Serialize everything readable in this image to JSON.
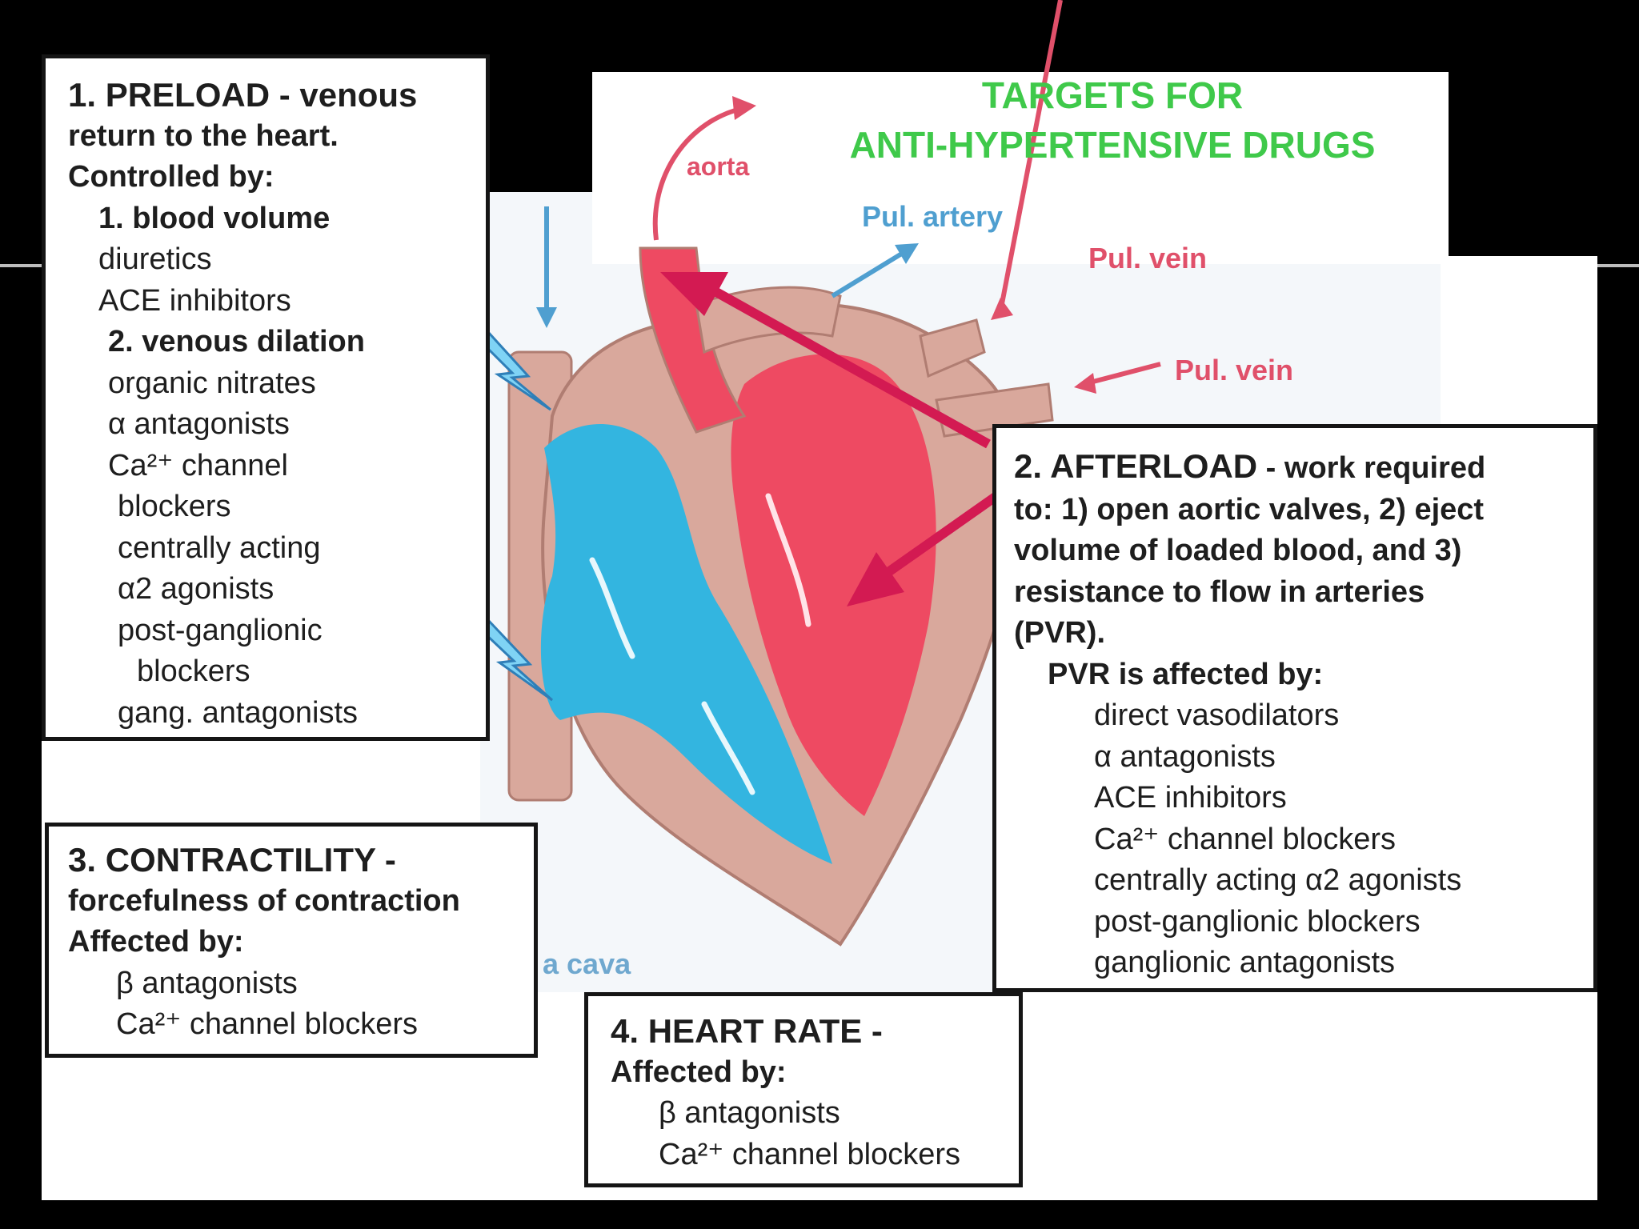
{
  "title": {
    "line1": "TARGETS FOR",
    "line2": "ANTI-HYPERTENSIVE DRUGS"
  },
  "heart_labels": {
    "aorta": "aorta",
    "pul_artery": "Pul. artery",
    "pul_vein_1": "Pul. vein",
    "pul_vein_2": "Pul. vein",
    "vena_cava": "a cava"
  },
  "preload": {
    "heading": "1. PRELOAD",
    "heading_rest": " - venous",
    "lines": [
      "return  to the heart.",
      "Controlled by:",
      "1.  blood volume",
      "diuretics",
      "ACE inhibitors",
      "2.  venous dilation",
      "organic nitrates",
      "α antagonists",
      "Ca²⁺ channel",
      "blockers",
      "centrally acting",
      "α2 agonists",
      "post-ganglionic",
      "blockers",
      "gang. antagonists"
    ]
  },
  "afterload": {
    "heading": "2. AFTERLOAD",
    "heading_rest": " - work required",
    "lines": [
      "to: 1) open aortic valves,  2) eject",
      "volume of loaded blood, and 3)",
      "resistance to flow in arteries",
      "(PVR).",
      "PVR is affected by:",
      "direct vasodilators",
      "α antagonists",
      "ACE inhibitors",
      "Ca²⁺ channel blockers",
      "centrally acting α2 agonists",
      "post-ganglionic blockers",
      "ganglionic antagonists"
    ]
  },
  "contractility": {
    "heading": "3.  CONTRACTILITY -",
    "lines": [
      "forcefulness of contraction",
      "Affected by:",
      "β antagonists",
      "Ca²⁺ channel blockers"
    ]
  },
  "heart_rate": {
    "heading": "4.  HEART RATE -",
    "lines": [
      "Affected by:",
      "β antagonists",
      "Ca²⁺ channel blockers"
    ]
  },
  "colors": {
    "title_green": "#3fc94a",
    "oxygenated_red": "#ee4a62",
    "deoxygenated_blue": "#33b5e0",
    "pointer_crimson": "#d31a52",
    "heart_wall": "#d9a89c",
    "label_red": "#e0506a",
    "label_blue": "#4f9fd0"
  }
}
